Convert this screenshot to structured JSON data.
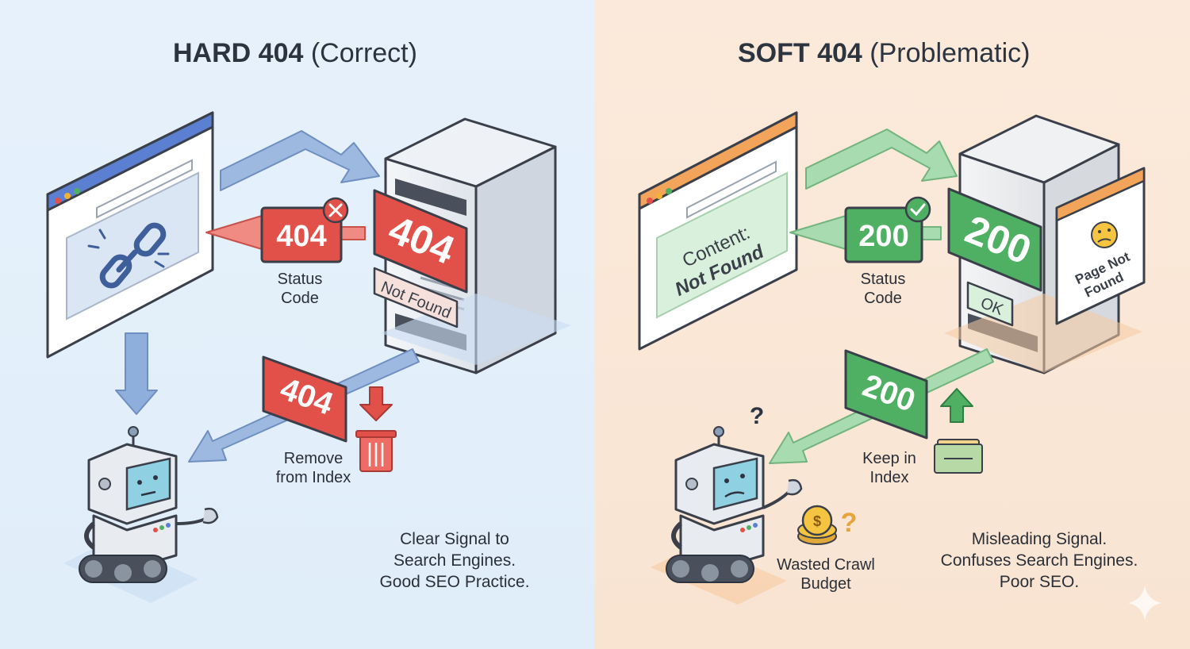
{
  "hard": {
    "title_bold": "HARD 404",
    "title_rest": "(Correct)",
    "status_badge": "404",
    "server_badge": "404",
    "server_sticker": "Not Found",
    "status_label_line1": "Status",
    "status_label_line2": "Code",
    "crawl_badge": "404",
    "action_line1": "Remove",
    "action_line2": "from Index",
    "summary_line1": "Clear Signal to",
    "summary_line2": "Search Engines.",
    "summary_line3": "Good SEO Practice."
  },
  "soft": {
    "title_bold": "SOFT 404",
    "title_rest": "(Problematic)",
    "browser_text_line1": "Content:",
    "browser_text_line2": "Not Found",
    "status_badge": "200",
    "server_badge": "200",
    "server_ok": "OK",
    "page_card_line1": "Page Not",
    "page_card_line2": "Found",
    "status_label_line1": "Status",
    "status_label_line2": "Code",
    "crawl_badge": "200",
    "action_line1": "Keep in",
    "action_line2": "Index",
    "budget_line1": "Wasted Crawl",
    "budget_line2": "Budget",
    "robot_question": "?",
    "coin_question": "?",
    "summary_line1": "Misleading Signal.",
    "summary_line2": "Confuses Search Engines.",
    "summary_line3": "Poor SEO."
  },
  "colors": {
    "red": "#e2504a",
    "green": "#4faf63",
    "blue_arrow": "#8eaedb",
    "green_arrow": "#9fd4a8",
    "left_bg": "#e3effa",
    "right_bg": "#faE6d5"
  },
  "icons": [
    "broken-link-icon",
    "error-x-icon",
    "check-icon",
    "trash-icon",
    "down-arrow-icon",
    "up-arrow-icon",
    "archive-box-icon",
    "sad-face-icon",
    "coins-icon",
    "sparkle-icon"
  ]
}
